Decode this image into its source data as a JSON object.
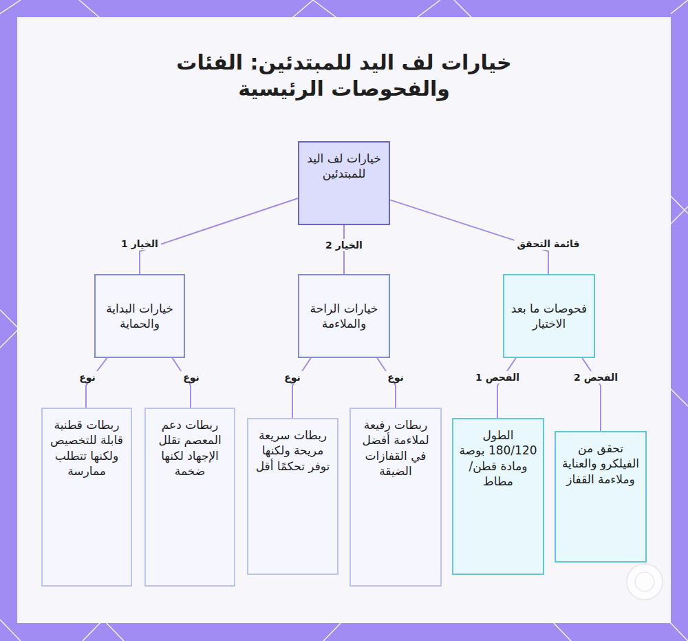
{
  "diagram": {
    "title": "خيارات لف اليد للمبتدئين: الفئات والفحوصات الرئيسية",
    "nodes": [
      {
        "text": [
          "خيارات لف اليد للمبتدئين"
        ]
      },
      {
        "text": [
          "خيارات البداية والحماية"
        ]
      },
      {
        "text": [
          "خيارات الراحة والملاءمة"
        ]
      },
      {
        "text": [
          "فحوصات ما بعد الاختيار"
        ]
      },
      {
        "text": [
          "ربطات قطنية قابلة للتخصيص ولكنها تتطلب ممارسة"
        ]
      },
      {
        "text": [
          "ربطات دعم المعصم تقلل الإجهاد لكنها ضخمة"
        ]
      },
      {
        "text": [
          "ربطات سريعة مريحة ولكنها توفر تحكمًا أقل"
        ]
      },
      {
        "text": [
          "ربطات رفيعة لملاءمة أفضل في القفازات الضيقة"
        ]
      },
      {
        "text": [
          "الطول 180/120 بوصة ومادة قطن/مطاط"
        ]
      },
      {
        "text": [
          "تحقق من الفيلكرو والعناية وملاءمة القفاز"
        ]
      }
    ],
    "edges": [
      {
        "from": 0,
        "to": 1,
        "label": "الخيار 1",
        "arrow": "none"
      },
      {
        "from": 0,
        "to": 2,
        "label": "الخيار 2",
        "arrow": "none"
      },
      {
        "from": 0,
        "to": 3,
        "label": "قائمة التحقق",
        "arrow": "none"
      },
      {
        "from": 1,
        "to": 4,
        "label": "نوع",
        "arrow": "none"
      },
      {
        "from": 1,
        "to": 5,
        "label": "نوع",
        "arrow": "none"
      },
      {
        "from": 2,
        "to": 6,
        "label": "نوع",
        "arrow": "none"
      },
      {
        "from": 2,
        "to": 7,
        "label": "نوع",
        "arrow": "none"
      },
      {
        "from": 3,
        "to": 8,
        "label": "الفحص 1",
        "arrow": "none"
      },
      {
        "from": 3,
        "to": 9,
        "label": "الفحص 2",
        "arrow": "none"
      }
    ]
  }
}
